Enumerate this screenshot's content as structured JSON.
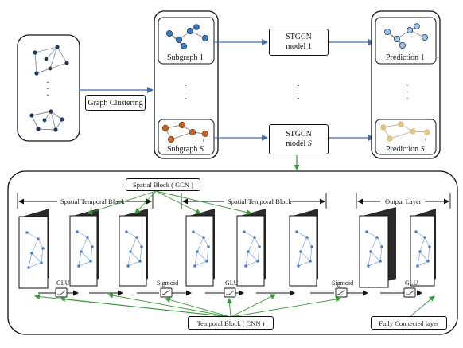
{
  "input_panel": {
    "ellipsis": "·\n·\n·"
  },
  "graph_clustering": {
    "label": "Graph Clustering"
  },
  "subgraph_panel": {
    "top_label": "Subgraph 1",
    "bottom_label_prefix": "Subgraph ",
    "bottom_label_var": "S",
    "ellipsis": "·\n·\n·"
  },
  "stgcn_models": {
    "top_line1": "STGCN",
    "top_line2": "model 1",
    "bottom_line1": "STGCN",
    "bottom_line2_prefix": "model ",
    "bottom_line2_var": "S",
    "ellipsis": "·\n·\n·"
  },
  "prediction_panel": {
    "top_label": "Prediction 1",
    "bottom_label_prefix": "Prediction ",
    "bottom_label_var": "S",
    "ellipsis": "·\n·\n·"
  },
  "detail": {
    "spatial_block_label": "Spatial Block ( GCN )",
    "stb1_label": "Spatial Temporal Block",
    "stb2_label": "Spatial Temporal Block",
    "output_layer_label": "Output Layer",
    "glu_label": "GLU",
    "sigmoid_label": "Sigmoid",
    "temporal_block_label": "Temporal Block ( CNN )",
    "fc_label": "Fully Connected layer"
  },
  "colors": {
    "blue_arrow": "#3d6eb5",
    "green_arrow": "#3a9a3a",
    "node_dark": "#1f3a5f",
    "node_blue": "#3b78c4",
    "node_orange": "#c0662a",
    "node_tan": "#e2c38a"
  }
}
